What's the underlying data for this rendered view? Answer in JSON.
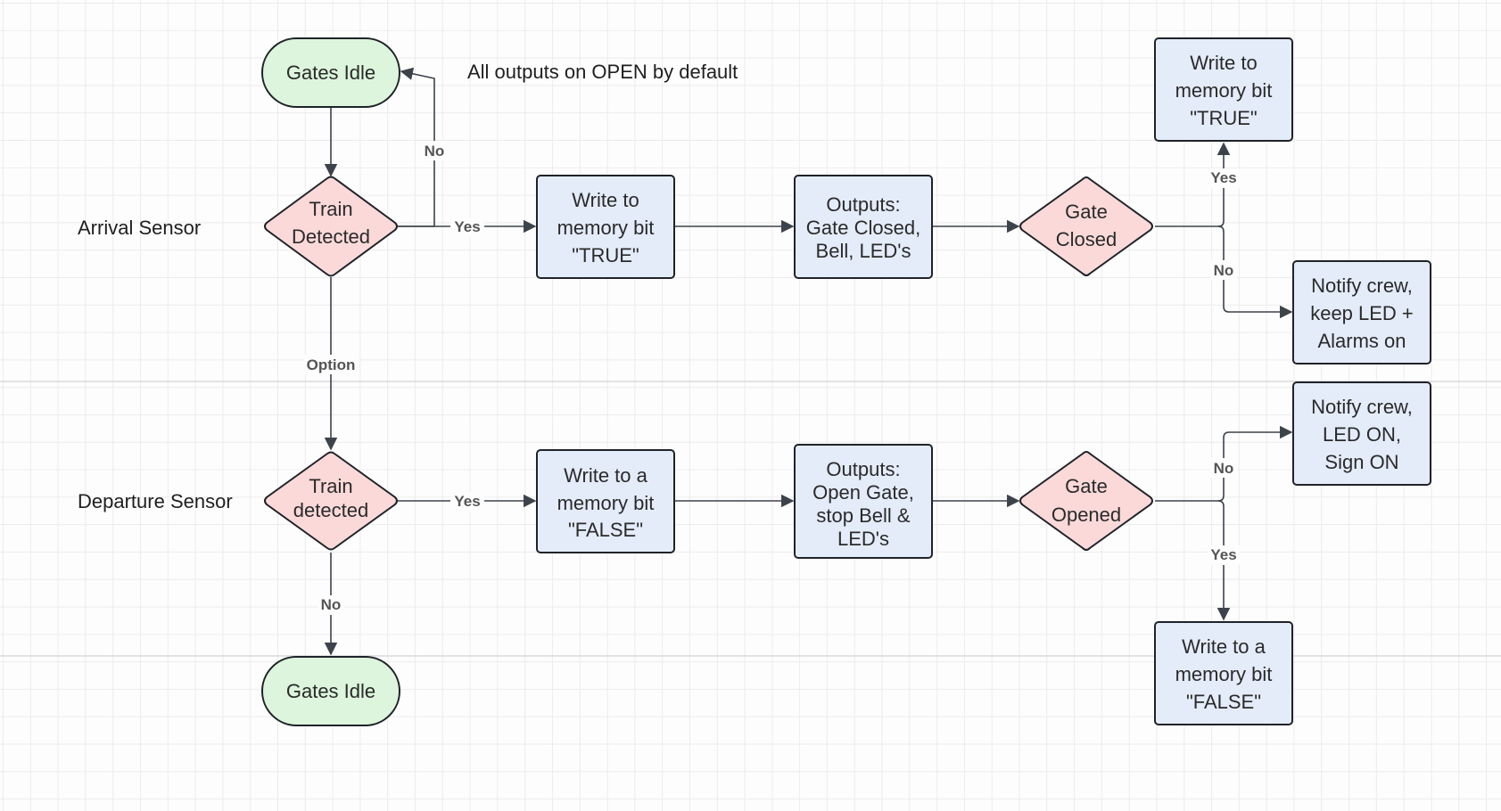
{
  "lanes": {
    "arrival": "Arrival Sensor",
    "departure": "Departure Sensor"
  },
  "note": "All outputs on OPEN by default",
  "nodes": {
    "gates_idle_top": [
      "Gates Idle"
    ],
    "train_detected_arrival": [
      "Train",
      "Detected"
    ],
    "write_true_1": [
      "Write to",
      "memory bit",
      "\"TRUE\""
    ],
    "outputs_closed": [
      "Outputs:",
      "Gate Closed,",
      "Bell, LED's"
    ],
    "gate_closed": [
      "Gate",
      "Closed"
    ],
    "write_true_2": [
      "Write to",
      "memory bit",
      "\"TRUE\""
    ],
    "notify_keep_led": [
      "Notify crew,",
      "keep LED +",
      "Alarms on"
    ],
    "train_detected_departure": [
      "Train",
      "detected"
    ],
    "write_false_1": [
      "Write to a",
      "memory bit",
      "\"FALSE\""
    ],
    "outputs_open": [
      "Outputs:",
      "Open Gate,",
      "stop Bell &",
      "LED's"
    ],
    "gate_opened": [
      "Gate",
      "Opened"
    ],
    "notify_led_sign": [
      "Notify crew,",
      "LED ON,",
      "Sign ON"
    ],
    "write_false_2": [
      "Write to a",
      "memory bit",
      "\"FALSE\""
    ],
    "gates_idle_bottom": [
      "Gates Idle"
    ]
  },
  "edge_labels": {
    "no_loop": "No",
    "yes_arrival": "Yes",
    "option": "Option",
    "yes_closed": "Yes",
    "no_closed": "No",
    "yes_departure": "Yes",
    "no_departure": "No",
    "no_opened": "No",
    "yes_opened": "Yes"
  },
  "colors": {
    "terminal_fill": "#dcf5dc",
    "decision_fill": "#fbd9d9",
    "process_fill": "#e4ecfa",
    "stroke": "#1f2328",
    "edge": "#3d434a"
  }
}
